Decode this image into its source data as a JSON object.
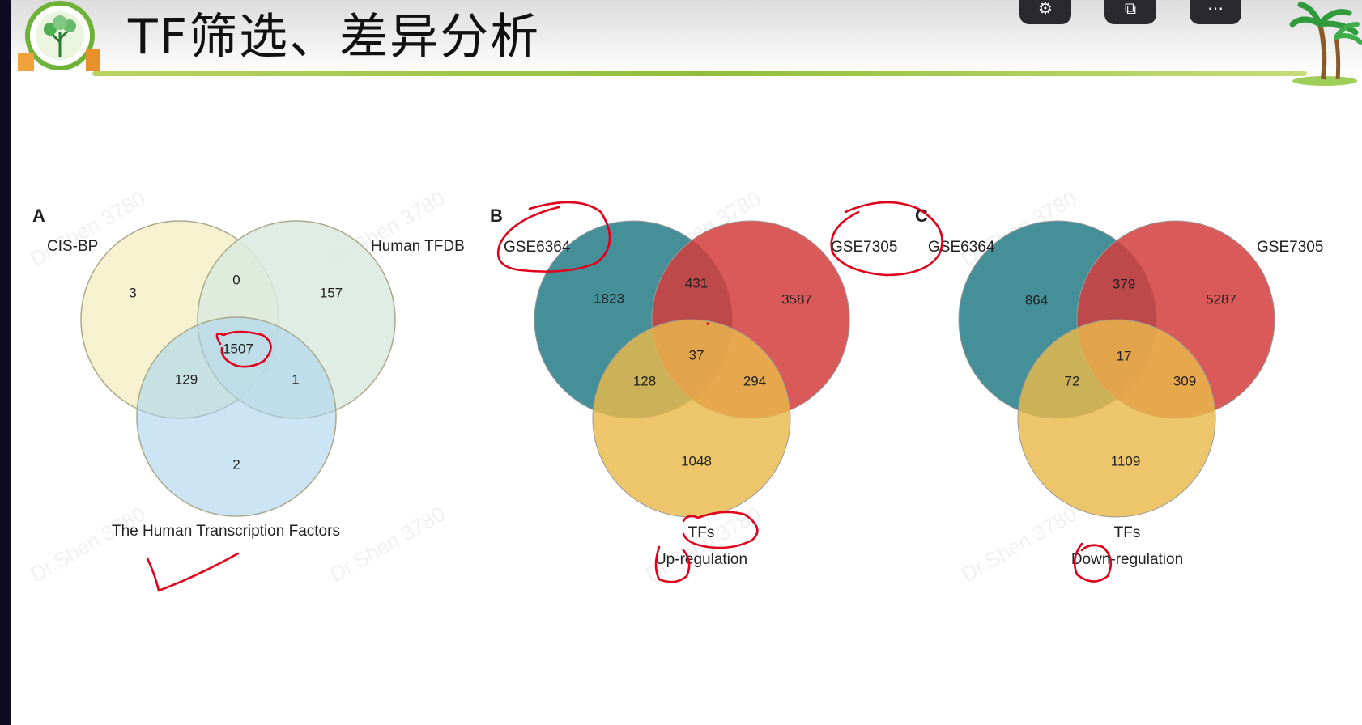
{
  "slide": {
    "title": "TF筛选、差异分析",
    "watermark": "Dr.Shen 3780"
  },
  "header_buttons": [
    {
      "icon": "settings-icon",
      "glyph": "⚙"
    },
    {
      "icon": "window-icon",
      "glyph": "⧉"
    },
    {
      "icon": "more-icon",
      "glyph": "⋯"
    }
  ],
  "colors": {
    "venn_a_set1": "#f5f0c8",
    "venn_a_set2": "#dbeadf",
    "venn_a_set3": "#a9d4ec",
    "teal": "#2b7f8a",
    "red": "#d43d3d",
    "yellow": "#e9b84a",
    "annotation": "#e0001b",
    "accent_line": "#8fbf3a"
  },
  "panels": [
    {
      "letter": "A",
      "sets": [
        "CIS-BP",
        "Human TFDB",
        "The Human Transcription Factors"
      ],
      "counts": {
        "only1": "3",
        "only2": "157",
        "only3": "2",
        "s12": "0",
        "s13": "129",
        "s23": "1",
        "all": "1507"
      },
      "subtitle": ""
    },
    {
      "letter": "B",
      "sets": [
        "GSE6364",
        "GSE7305",
        "TFs"
      ],
      "counts": {
        "only1": "1823",
        "only2": "3587",
        "only3": "1048",
        "s12": "431",
        "s13": "128",
        "s23": "294",
        "all": "37"
      },
      "subtitle": "Up-regulation"
    },
    {
      "letter": "C",
      "sets": [
        "GSE6364",
        "GSE7305",
        "TFs"
      ],
      "counts": {
        "only1": "864",
        "only2": "5287",
        "only3": "1109",
        "s12": "379",
        "s13": "72",
        "s23": "309",
        "all": "17"
      },
      "subtitle": "Down-regulation"
    }
  ]
}
